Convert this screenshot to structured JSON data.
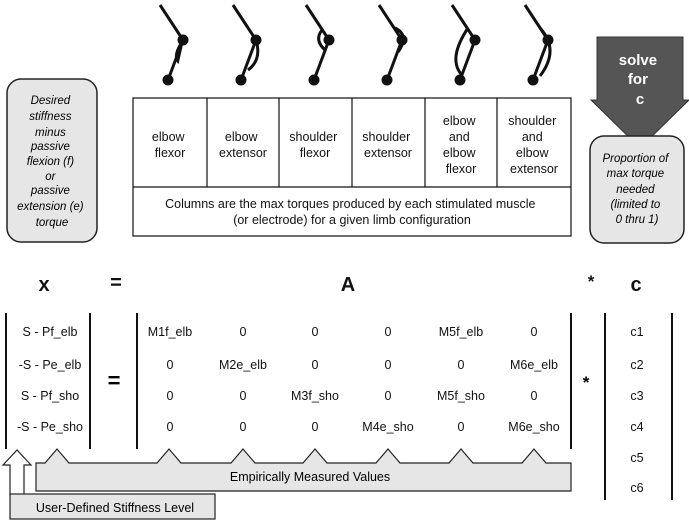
{
  "left_box": {
    "lines": [
      "Desired",
      "stiffness",
      "minus",
      "passive",
      "flexion (f)",
      "or",
      "passive",
      "extension (e)",
      "torque"
    ]
  },
  "solve_arrow": {
    "lines": [
      "solve",
      "for",
      "c"
    ]
  },
  "right_box": {
    "lines": [
      "Proportion of",
      "max torque",
      "needed",
      "(limited to",
      "0 thru 1)"
    ]
  },
  "table": {
    "columns": [
      [
        "elbow",
        "flexor"
      ],
      [
        "elbow",
        "extensor"
      ],
      [
        "shoulder",
        "flexor"
      ],
      [
        "shoulder",
        "extensor"
      ],
      [
        "elbow",
        "and",
        "elbow",
        "flexor"
      ],
      [
        "shoulder",
        "and",
        "elbow",
        "extensor"
      ]
    ],
    "caption_lines": [
      "Columns are the max torques produced by each stimulated muscle",
      "(or electrode) for a given limb configuration"
    ]
  },
  "equation_header": {
    "x": "x",
    "equals": "=",
    "A": "A",
    "times": "*",
    "c": "c"
  },
  "x_vector": [
    "S - Pf_elb",
    "-S - Pe_elb",
    "S - Pf_sho",
    "-S - Pe_sho"
  ],
  "equals_sign": "=",
  "times_sign": "*",
  "A_matrix": [
    [
      "M1f_elb",
      "0",
      "0",
      "0",
      "M5f_elb",
      "0"
    ],
    [
      "0",
      "M2e_elb",
      "0",
      "0",
      "0",
      "M6e_elb"
    ],
    [
      "0",
      "0",
      "M3f_sho",
      "0",
      "M5f_sho",
      "0"
    ],
    [
      "0",
      "0",
      "0",
      "M4e_sho",
      "0",
      "M6e_sho"
    ]
  ],
  "c_vector": [
    "c1",
    "c2",
    "c3",
    "c4",
    "c5",
    "c6"
  ],
  "bottom_labels": {
    "empirical": "Empirically Measured Values",
    "user_defined": "User-Defined Stiffness Level"
  }
}
